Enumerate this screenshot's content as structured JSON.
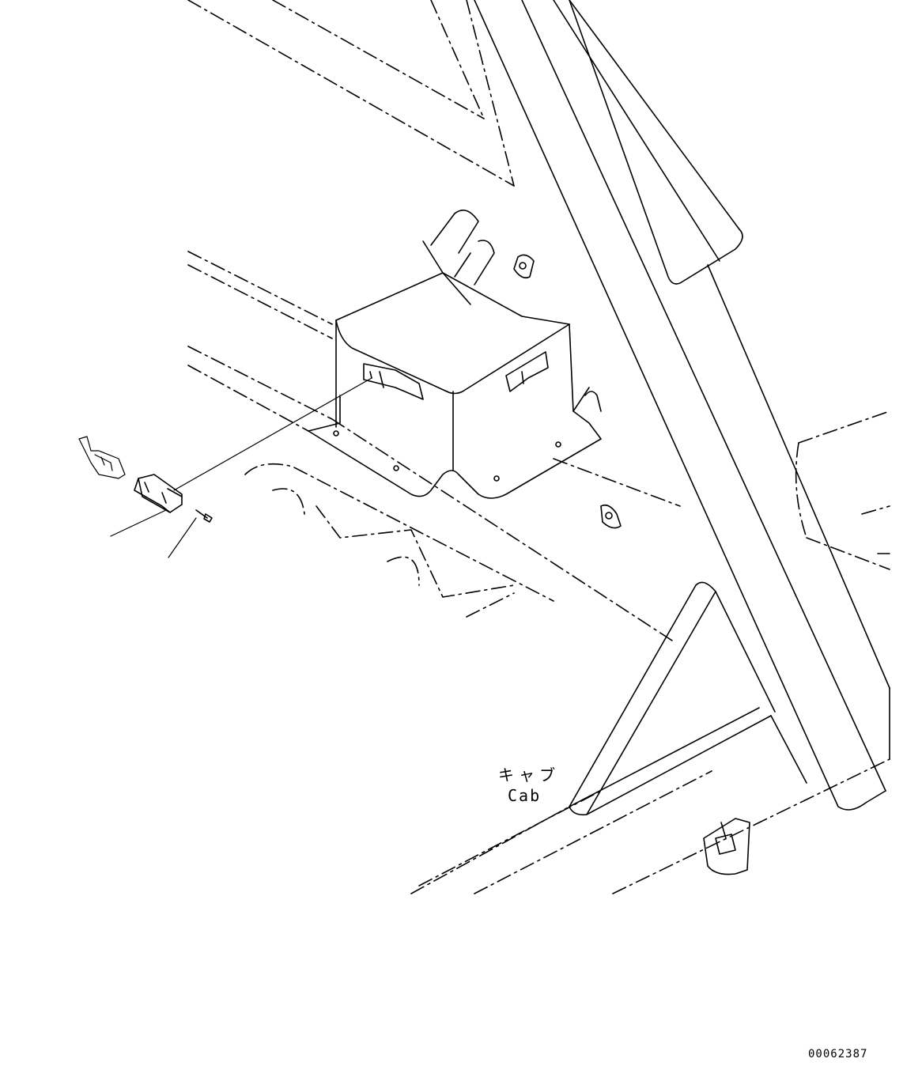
{
  "labels": {
    "cab_japanese": "キャブ",
    "cab_english": "Cab",
    "figure_number": "00062387"
  },
  "style": {
    "line_color": "#000000",
    "background": "#ffffff"
  }
}
